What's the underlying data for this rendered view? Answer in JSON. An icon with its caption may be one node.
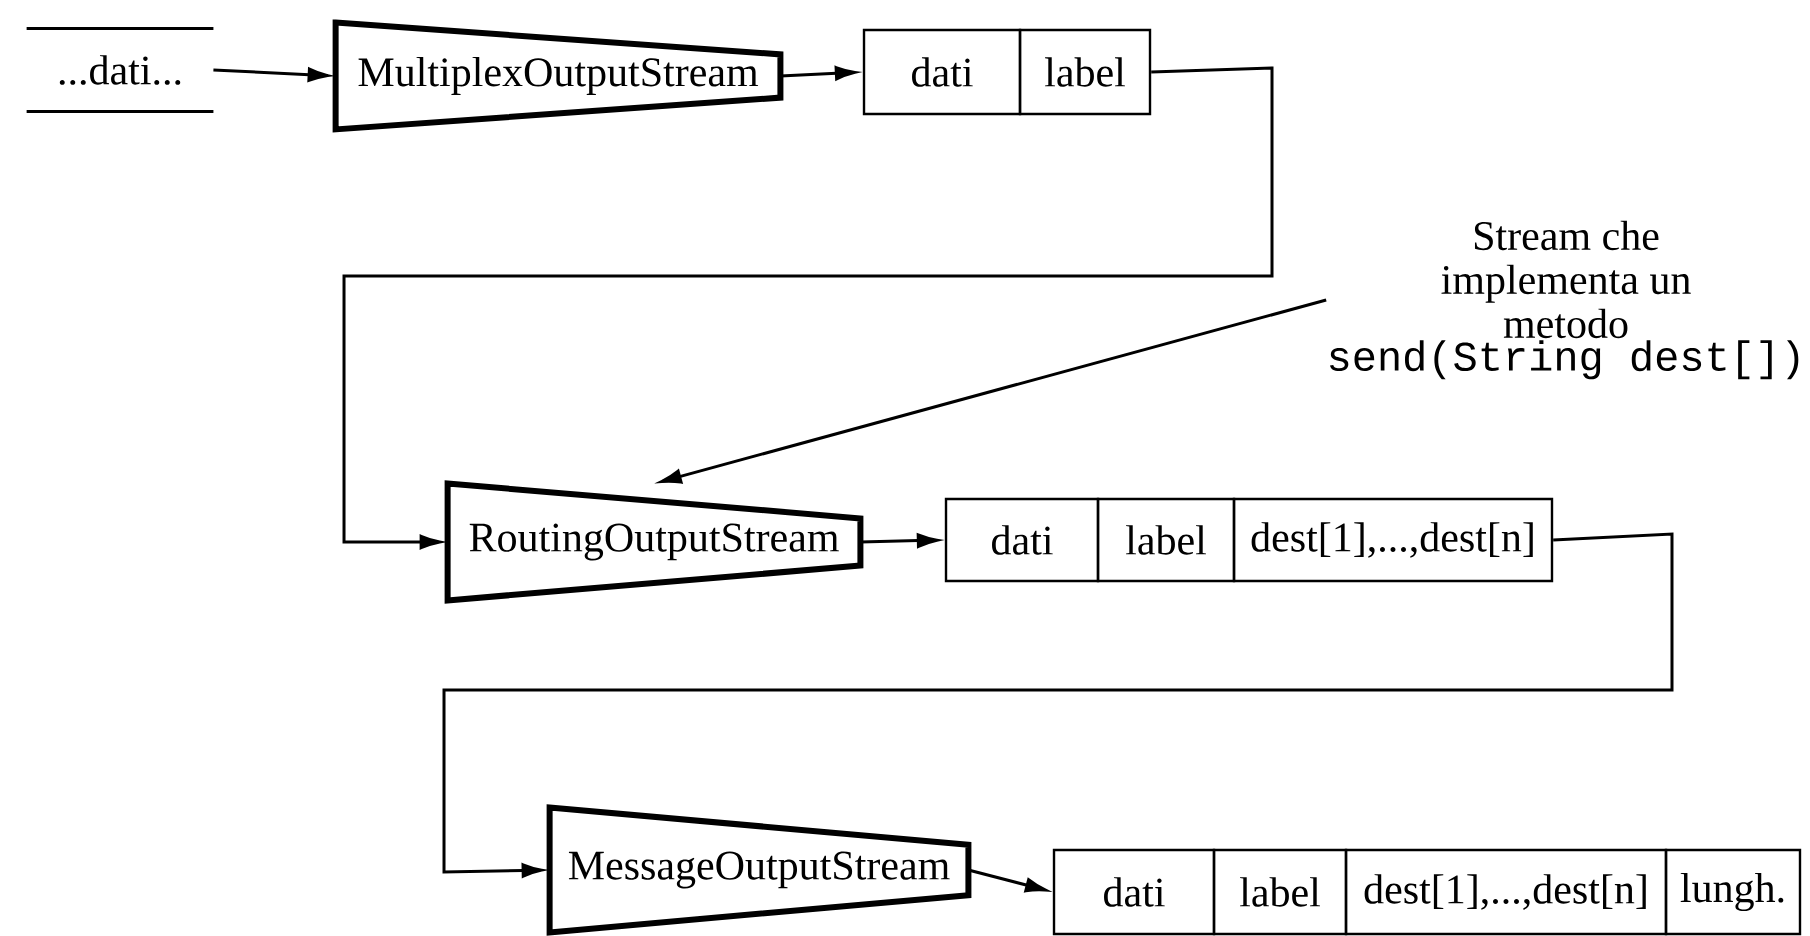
{
  "diagram": {
    "nodes": [
      {
        "text": [
          "...dati..."
        ]
      },
      {
        "text": [
          "MultiplexOutputStream"
        ]
      },
      {
        "text": [
          "dati"
        ]
      },
      {
        "text": [
          "label"
        ]
      },
      {
        "text": [
          "RoutingOutputStream"
        ]
      },
      {
        "text": [
          "dati"
        ]
      },
      {
        "text": [
          "label"
        ]
      },
      {
        "text": [
          "dest[1],...,dest[n]"
        ]
      },
      {
        "text": [
          "MessageOutputStream"
        ]
      },
      {
        "text": [
          "dati"
        ]
      },
      {
        "text": [
          "label"
        ]
      },
      {
        "text": [
          "dest[1],...,dest[n]"
        ]
      },
      {
        "text": [
          "lungh."
        ]
      },
      {
        "text": [
          "Stream che implementa un metodo",
          "send(String dest[])"
        ]
      }
    ],
    "edges": [
      {
        "from": 0,
        "to": 1,
        "arrow": "to"
      },
      {
        "from": 1,
        "to": 2,
        "arrow": "to"
      },
      {
        "from": 3,
        "to": 4,
        "arrow": "to"
      },
      {
        "from": 4,
        "to": 5,
        "arrow": "to"
      },
      {
        "from": 7,
        "to": 8,
        "arrow": "to"
      },
      {
        "from": 8,
        "to": 9,
        "arrow": "to"
      },
      {
        "from": 13,
        "to": 4,
        "arrow": "to"
      }
    ]
  }
}
